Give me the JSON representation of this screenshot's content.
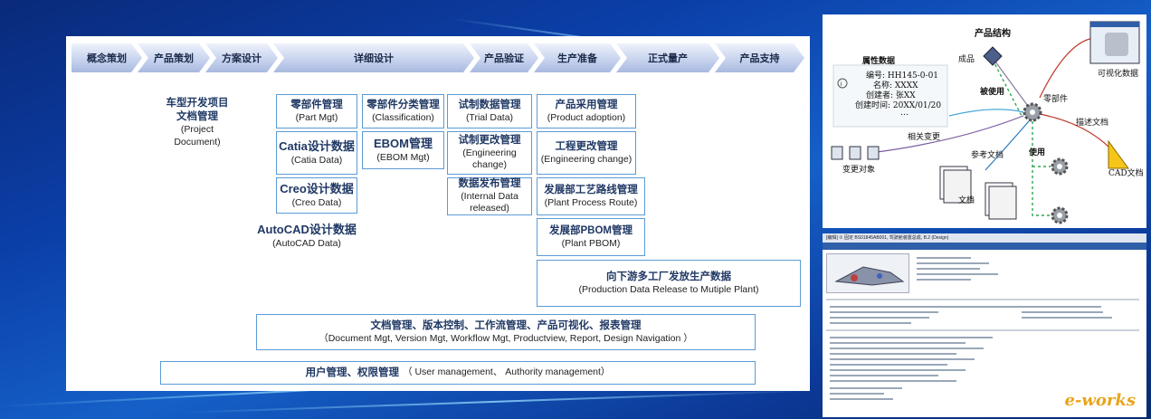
{
  "phases": [
    "概念策划",
    "产品策划",
    "方案设计",
    "详细设计",
    "产品验证",
    "生产准备",
    "正式量产",
    "产品支持"
  ],
  "boxes": {
    "project_doc": {
      "title": "车型开发项目\n文档管理",
      "sub": "(Project\nDocument)"
    },
    "part_mgt": {
      "title": "零部件管理",
      "sub": "(Part Mgt)"
    },
    "catia": {
      "title": "Catia设计数据",
      "sub": "(Catia Data)"
    },
    "creo": {
      "title": "Creo设计数据",
      "sub": "(Creo Data)"
    },
    "autocad": {
      "title": "AutoCAD设计数据",
      "sub": "(AutoCAD Data)"
    },
    "classification": {
      "title": "零部件分类管理",
      "sub": "(Classification)"
    },
    "ebom": {
      "title": "EBOM管理",
      "sub": "(EBOM Mgt)"
    },
    "trial": {
      "title": "试制数据管理",
      "sub": "(Trial Data)"
    },
    "trial_change": {
      "title": "试制更改管理",
      "sub": "(Engineering\nchange)"
    },
    "data_release": {
      "title": "数据发布管理",
      "sub": "(Internal Data\nreleased)"
    },
    "adoption": {
      "title": "产品采用管理",
      "sub": "(Product adoption)"
    },
    "eng_change": {
      "title": "工程更改管理",
      "sub": "(Engineering change)"
    },
    "route": {
      "title": "发展部工艺路线管理",
      "sub": "(Plant Process Route)"
    },
    "pbom": {
      "title": "发展部PBOM管理",
      "sub": "(Plant PBOM)"
    },
    "release_plant": {
      "title": "向下游多工厂发放生产数据",
      "sub": "(Production Data Release to Mutiple Plant)"
    },
    "doc_mgt": {
      "title": "文档管理、版本控制、工作流管理、产品可视化、报表管理",
      "sub": "（Document Mgt, Version Mgt, Workflow Mgt, Productview, Report,  Design Navigation  ）"
    },
    "user_mgt": {
      "title": "用户管理、权限管理",
      "sub": "（ User management、 Authority management）"
    }
  },
  "structure": {
    "title": "产品结构",
    "attr_title": "属性数据",
    "attrs": [
      "编号:   HH145-0-01",
      "名称:   XXXX",
      "创建者:   张XX",
      "创建时间:   20XX/01/20",
      "…"
    ],
    "finished": "成品",
    "used_by": "被使用",
    "part": "零部件",
    "visual": "可视化数据",
    "related_change": "相关变更",
    "change_obj": "变更对象",
    "ref_doc": "参考文档",
    "doc": "文档",
    "uses": "使用",
    "describe_doc": "描述文档",
    "cad_doc": "CAD文档"
  },
  "screen": {
    "title": "[编辑]  ① 固定  BS01845AB001, 驾驶舱装置总成, B.2 (Design)"
  },
  "logo": "e-works"
}
